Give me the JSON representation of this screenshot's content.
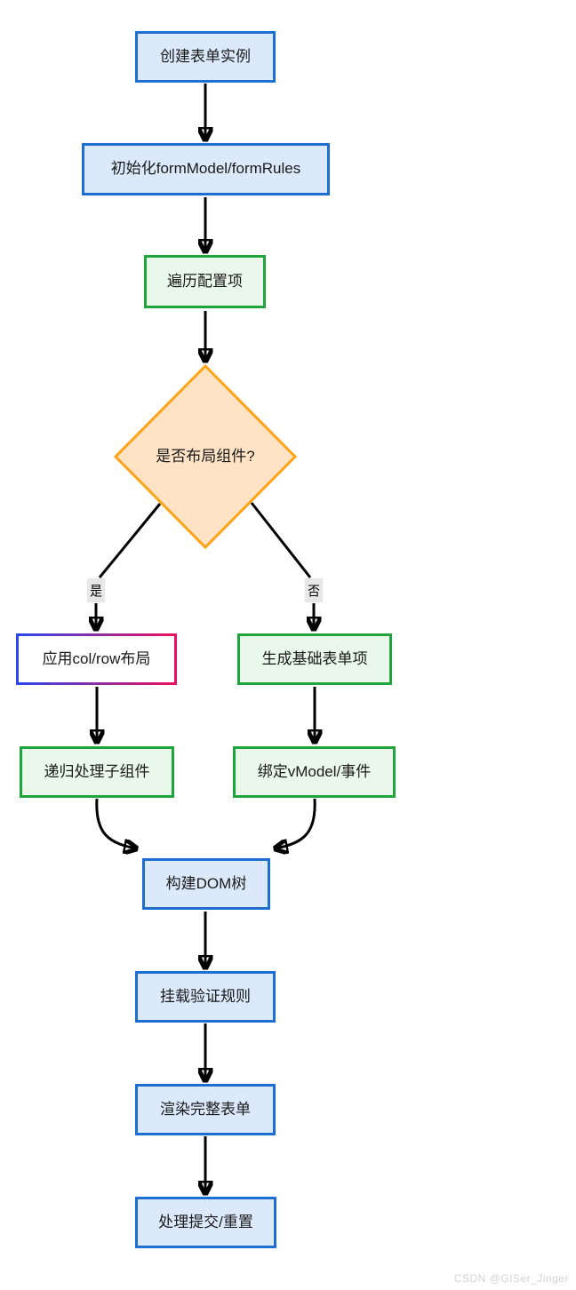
{
  "flowchart": {
    "nodes": [
      {
        "id": "create-form-instance",
        "label": "创建表单实例",
        "type": "blue"
      },
      {
        "id": "init-model-rules",
        "label": "初始化formModel/formRules",
        "type": "blue"
      },
      {
        "id": "iterate-config",
        "label": "遍历配置项",
        "type": "green"
      },
      {
        "id": "is-layout-component",
        "label": "是否布局组件?",
        "type": "diamond"
      },
      {
        "id": "apply-col-row-layout",
        "label": "应用col/row布局",
        "type": "gradient"
      },
      {
        "id": "generate-basic-form-items",
        "label": "生成基础表单项",
        "type": "green"
      },
      {
        "id": "recurse-children",
        "label": "递归处理子组件",
        "type": "green"
      },
      {
        "id": "bind-vmodel-events",
        "label": "绑定vModel/事件",
        "type": "green"
      },
      {
        "id": "build-dom-tree",
        "label": "构建DOM树",
        "type": "blue"
      },
      {
        "id": "mount-validation-rules",
        "label": "挂载验证规则",
        "type": "blue"
      },
      {
        "id": "render-full-form",
        "label": "渲染完整表单",
        "type": "blue"
      },
      {
        "id": "handle-submit-reset",
        "label": "处理提交/重置",
        "type": "blue"
      }
    ],
    "edge_labels": {
      "yes": "是",
      "no": "否"
    },
    "colors": {
      "blue_fill": "#dbe9fb",
      "blue_border": "#1c6fd1",
      "green_fill": "#e9f8ea",
      "green_border": "#20a43c",
      "diamond_fill": "#ffe3c4",
      "diamond_border": "#ffa216",
      "gradient_border_from": "#2b47ed",
      "gradient_border_to": "#ec1060",
      "edge_label_bg": "#e7e7e7",
      "arrow": "#000000"
    }
  },
  "watermark": {
    "text": "CSDN @GISer_Jinger"
  }
}
